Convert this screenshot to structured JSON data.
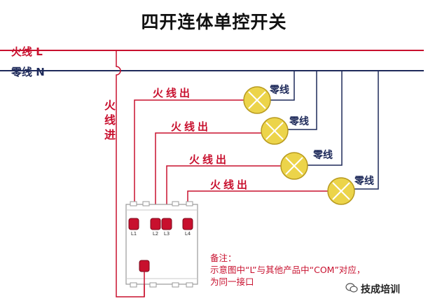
{
  "title": "四开连体单控开关",
  "live_line": {
    "label": "火线 L"
  },
  "neutral_line": {
    "label": "零线 N"
  },
  "live_in_label": "火线进",
  "outputs": [
    {
      "out_label": "火线出",
      "neutral_label": "零线",
      "terminal": "L1"
    },
    {
      "out_label": "火线出",
      "neutral_label": "零线",
      "terminal": "L2"
    },
    {
      "out_label": "火线出",
      "neutral_label": "零线",
      "terminal": "L3"
    },
    {
      "out_label": "火线出",
      "neutral_label": "零线",
      "terminal": "L4"
    }
  ],
  "note": "备注：\n示意图中“L”与其他产品中“COM”对应，\n为同一接口",
  "watermark": "技成培训",
  "colors": {
    "live": "#c8102e",
    "neutral": "#1e2a5a",
    "lamp": "#ecd44a"
  }
}
